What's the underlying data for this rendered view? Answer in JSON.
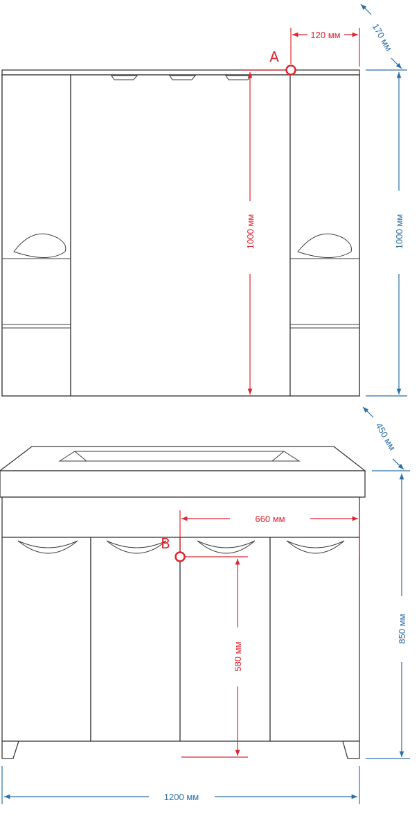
{
  "dimensions": {
    "mirror_offset": "120 мм",
    "mirror_depth": "170 мм",
    "mirror_height_red": "1000 мм",
    "mirror_height_blue": "1000 мм",
    "vanity_depth": "450 мм",
    "outlet_offset": "660 мм",
    "vanity_height": "850 мм",
    "outlet_height": "580 мм",
    "total_width": "1200 мм"
  },
  "markers": {
    "a": "A",
    "b": "B"
  },
  "colors": {
    "red": "#e0242f",
    "blue": "#2b6fa8",
    "outline": "#3a3a3a"
  }
}
